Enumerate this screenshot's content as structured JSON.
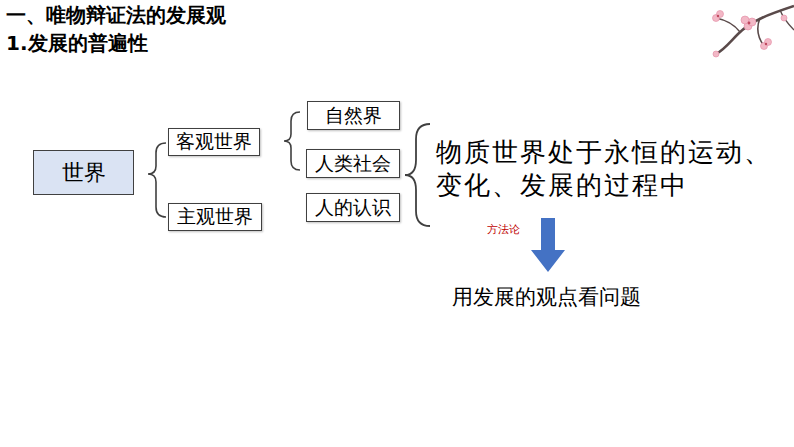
{
  "diagram": {
    "title": "一、唯物辩证法的发展观",
    "nodes": [
      {
        "text": [
          "世界"
        ]
      },
      {
        "text": [
          "客观世界"
        ]
      },
      {
        "text": [
          "主观世界"
        ]
      },
      {
        "text": [
          "自然界"
        ]
      },
      {
        "text": [
          "人类社会"
        ]
      },
      {
        "text": [
          "人的认识"
        ]
      }
    ],
    "labels": [
      "1.发展的普遍性",
      "物质世界处于永恒的运动、 变化、发展的过程中",
      "方法论",
      "用发展的观点看问题"
    ]
  }
}
